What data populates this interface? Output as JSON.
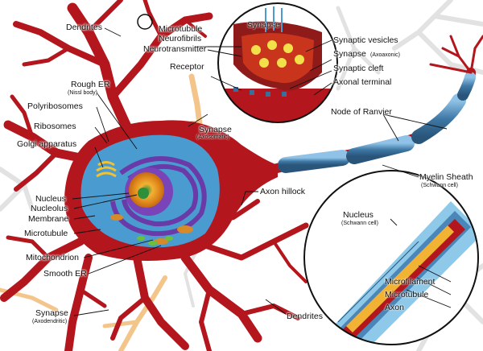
{
  "labels": {
    "dendrites_top": "Dendrites",
    "synapse_title": "Synapse",
    "microtubule_top": "Microtubule",
    "neurofibrils": "Neurofibrils",
    "neurotransmitter": "Neurotransmitter",
    "receptor": "Receptor",
    "synaptic_vesicles": "Synaptic vesicles",
    "synapse_axoaxonic": "Synapse",
    "synapse_axoaxonic_sub": "(Axoaxonic)",
    "synaptic_cleft": "Synaptic cleft",
    "axonal_terminal": "Axonal terminal",
    "rough_er": "Rough ER",
    "rough_er_sub": "(Nissl body)",
    "polyribosomes": "Polyribosomes",
    "ribosomes": "Ribosomes",
    "golgi": "Golgi apparatus",
    "synapse_axosomatic": "Synapse",
    "synapse_axosomatic_sub": "(Axosomatic)",
    "node_of_ranvier": "Node of Ranvier",
    "myelin_sheath": "Myelin Sheath",
    "myelin_sheath_sub": "(Schwann cell)",
    "axon_hillock": "Axon hillock",
    "nucleus": "Nucleus",
    "nucleolus": "Nucleolus",
    "membrane": "Membrane",
    "microtubule_left": "Microtubule",
    "nucleus_schwann": "Nucleus",
    "nucleus_schwann_sub": "(Schwann cell)",
    "mitochondrion": "Mitochondrion",
    "smooth_er": "Smooth ER",
    "microfilament": "Microfilament",
    "microtubule_inset": "Microtubule",
    "axon": "Axon",
    "synapse_axodendritic": "Synapse",
    "synapse_axodendritic_sub": "(Axodendritic)",
    "dendrites_bottom": "Dendrites"
  },
  "colors": {
    "neuron_body": "#b3161c",
    "neuron_dark": "#8e0f14",
    "cytoplasm": "#4a9bd0",
    "nucleus": "#7a43b8",
    "nucleolus": "#f2b233",
    "myelin": "#4b7fa8",
    "axon_terminal_tan": "#f4c58a",
    "background_dendrite": "#e4e4e4"
  }
}
